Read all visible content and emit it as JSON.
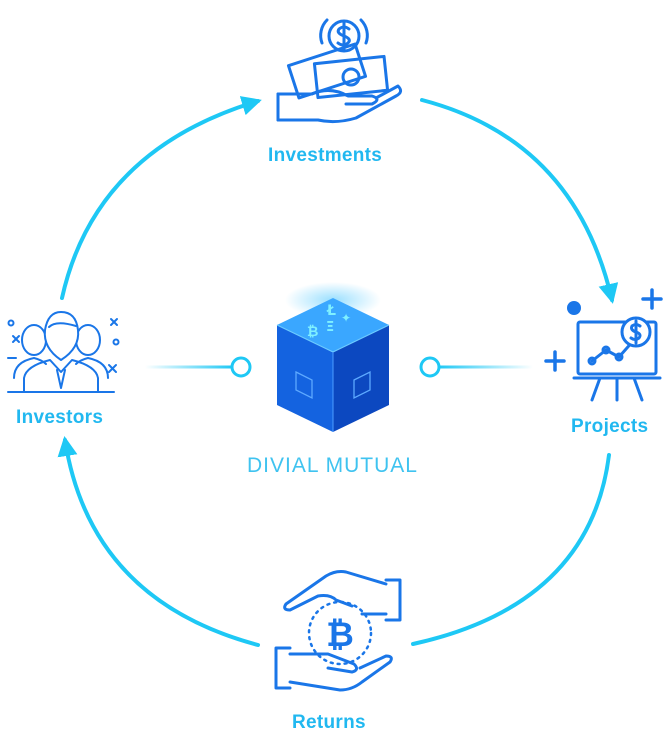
{
  "colors": {
    "cycle": "#1ec8f5",
    "icon": "#1a76e8",
    "label": "#21b8f0",
    "center_label": "#3fc3f0",
    "cube_top": "#33a3ff",
    "cube_left": "#0f56d8",
    "cube_right": "#0b3fb3"
  },
  "center": {
    "label": "DIVIAL MUTUAL",
    "icon": "crypto-cube-icon"
  },
  "nodes": {
    "investments": {
      "label": "Investments",
      "icon": "money-hand-icon"
    },
    "projects": {
      "label": "Projects",
      "icon": "presentation-chart-icon"
    },
    "returns": {
      "label": "Returns",
      "icon": "bitcoin-exchange-hands-icon"
    },
    "investors": {
      "label": "Investors",
      "icon": "investor-group-icon"
    }
  },
  "cube_symbols": [
    "Ł",
    "₿",
    "Ξ",
    "✦"
  ]
}
